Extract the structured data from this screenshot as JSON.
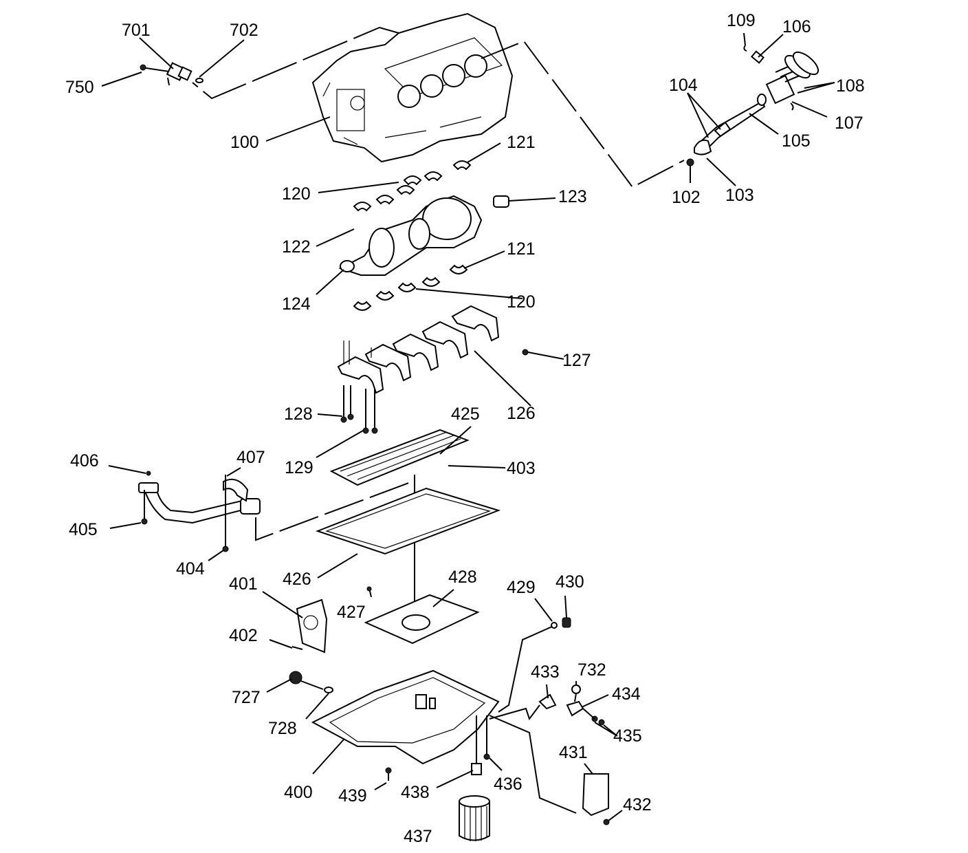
{
  "labels": {
    "p701": "701",
    "p702": "702",
    "p750": "750",
    "p100": "100",
    "p109": "109",
    "p106": "106",
    "p104": "104",
    "p108": "108",
    "p107": "107",
    "p105": "105",
    "p102": "102",
    "p103": "103",
    "p121a": "121",
    "p120a": "120",
    "p123": "123",
    "p122": "122",
    "p121b": "121",
    "p124": "124",
    "p120b": "120",
    "p127": "127",
    "p126": "126",
    "p128": "128",
    "p425": "425",
    "p129": "129",
    "p403": "403",
    "p406": "406",
    "p407": "407",
    "p405": "405",
    "p404": "404",
    "p426": "426",
    "p401": "401",
    "p428": "428",
    "p427": "427",
    "p402": "402",
    "p429": "429",
    "p430": "430",
    "p433": "433",
    "p732": "732",
    "p434": "434",
    "p435": "435",
    "p727": "727",
    "p728": "728",
    "p431": "431",
    "p432": "432",
    "p400": "400",
    "p439": "439",
    "p438": "438",
    "p436": "436",
    "p437": "437"
  }
}
